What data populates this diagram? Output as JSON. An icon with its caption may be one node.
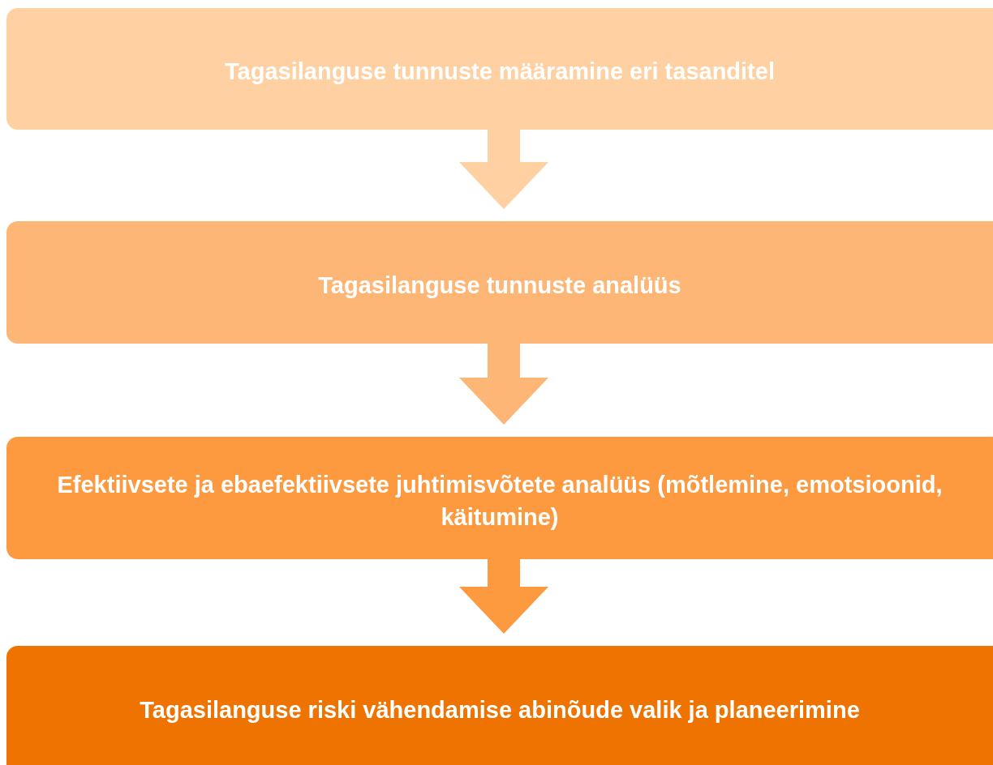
{
  "diagram": {
    "nodes": [
      {
        "text": [
          "Tagasilanguse tunnuste määramine eri tasanditel"
        ]
      },
      {
        "text": [
          "Tagasilanguse tunnuste analüüs"
        ]
      },
      {
        "text": [
          "Efektiivsete ja ebaefektiivsete juhtimisvõtete analüüs (mõtlemine, emotsioonid, käitumine)"
        ]
      },
      {
        "text": [
          "Tagasilanguse riski vähendamise abinõude valik ja planeerimine"
        ]
      }
    ],
    "edges": [
      {
        "from": 0,
        "to": 1,
        "arrow": "to"
      },
      {
        "from": 1,
        "to": 2,
        "arrow": "to"
      },
      {
        "from": 2,
        "to": 3,
        "arrow": "to"
      }
    ]
  }
}
